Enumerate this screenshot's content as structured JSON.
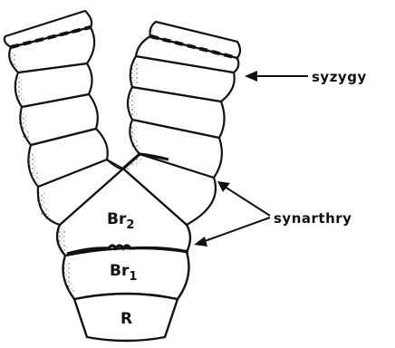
{
  "labels": {
    "syzygy": "syzygy",
    "synarthry": "synarthry"
  },
  "plates": {
    "radial": "R",
    "br1_main": "Br",
    "br1_sub": "1",
    "br2_main": "Br",
    "br2_sub": "2"
  }
}
